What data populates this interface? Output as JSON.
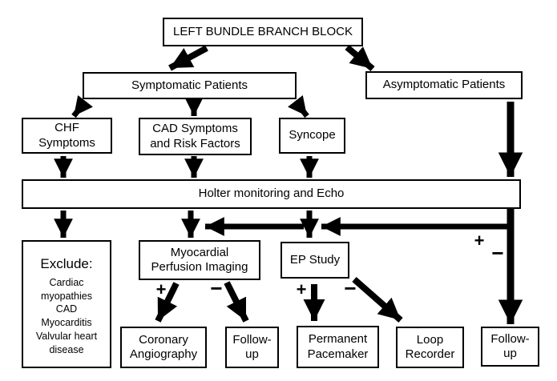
{
  "diagram": {
    "nodes": {
      "lbbb": {
        "label": "LEFT BUNDLE BRANCH BLOCK"
      },
      "symptomatic": {
        "label": "Symptomatic Patients"
      },
      "asymptomatic": {
        "label": "Asymptomatic Patients"
      },
      "chf": {
        "label": "CHF\nSymptoms"
      },
      "cad": {
        "label": "CAD Symptoms\nand Risk Factors"
      },
      "syncope": {
        "label": "Syncope"
      },
      "holter": {
        "label": "Holter monitoring and Echo"
      },
      "exclude": {
        "title": "Exclude:",
        "items": [
          "Cardiac myopathies",
          "CAD",
          "Myocarditis",
          "Valvular heart\ndisease"
        ]
      },
      "mpi": {
        "label": "Myocardial\nPerfusion Imaging"
      },
      "ep": {
        "label": "EP Study"
      },
      "coronary": {
        "label": "Coronary\nAngiography"
      },
      "followup_mid": {
        "label": "Follow-\nup"
      },
      "pacemaker": {
        "label": "Permanent\nPacemaker"
      },
      "loop": {
        "label": "Loop\nRecorder"
      },
      "followup_right": {
        "label": "Follow-\nup"
      }
    },
    "signs": {
      "plus": "+",
      "minus": "−"
    },
    "colors": {
      "line": "#000000",
      "background": "#ffffff"
    }
  }
}
